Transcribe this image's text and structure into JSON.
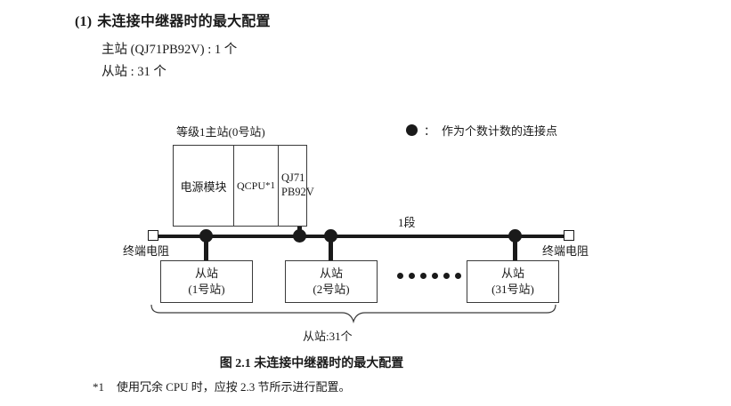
{
  "section": {
    "number": "(1)",
    "title": "未连接中继器时的最大配置",
    "specs": [
      "主站 (QJ71PB92V) : 1 个",
      "从站 : 31 个"
    ]
  },
  "legend": {
    "icon": "filled-circle-icon",
    "separator": "：",
    "text": "作为个数计数的连接点"
  },
  "diagram": {
    "rack_title": "等级1主站(0号站)",
    "rack_cells": [
      {
        "label": "电源模块",
        "note": ""
      },
      {
        "label": "QCPU",
        "note": "*1"
      },
      {
        "label_line1": "QJ71",
        "label_line2": "PB92V"
      }
    ],
    "segment_label": "1段",
    "terminator_left": "终端电阻",
    "terminator_right": "终端电阻",
    "slaves": [
      {
        "name": "从站",
        "station": "(1号站)"
      },
      {
        "name": "从站",
        "station": "(2号站)"
      },
      {
        "name": "从站",
        "station": "(31号站)"
      }
    ],
    "ellipsis_dot_count": 6,
    "brace_label": "从站:31个"
  },
  "figure": {
    "caption": "图 2.1  未连接中继器时的最大配置"
  },
  "footnote": {
    "mark": "*1",
    "text": "使用冗余 CPU 时，应按 2.3 节所示进行配置。"
  },
  "colors": {
    "ink": "#1a1a1a",
    "line": "#3a3a3a",
    "paper": "#ffffff"
  }
}
